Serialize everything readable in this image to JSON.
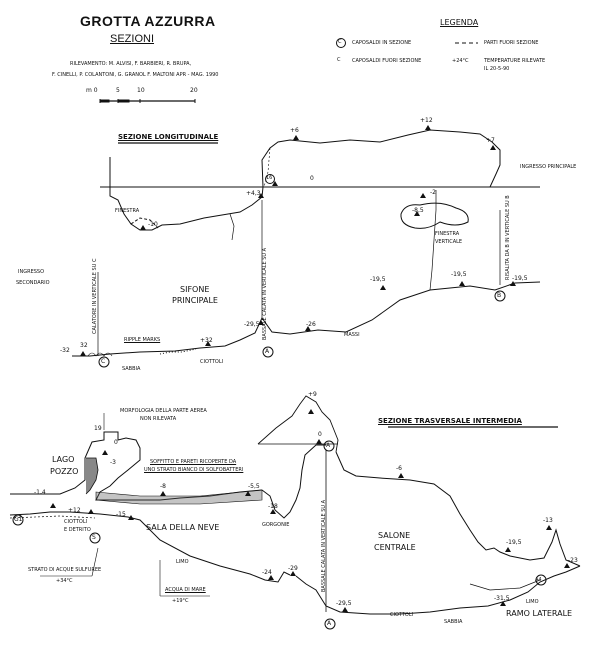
{
  "header": {
    "title": "GROTTA AZZURRA",
    "subtitle": "SEZIONI",
    "credits_1": "RILEVAMENTO:  M. ALVISI, F. BARBIERI, R. BRUPA,",
    "credits_2": "F. CINELLI, P. COLANTONI, G. GRANOL F. MALTONI   APR - MAG. 1990"
  },
  "scale_bar": {
    "unit": "m 0",
    "ticks": [
      "5",
      "10",
      "20"
    ]
  },
  "legend": {
    "title": "LEGENDA",
    "items": [
      "CAPOSALDI IN SEZIONE",
      "CAPOSALDI FUORI SEZIONE",
      "PARTI FUORI SEZIONE",
      "TEMPERATURE RILEVATE",
      "IL 20-5-90"
    ],
    "temp_sample": "+24°C",
    "symbol_in": "C",
    "symbol_out": "C"
  },
  "longitudinal": {
    "heading": "SEZIONE LONGITUDINALE",
    "ingresso_principale": "INGRESSO PRINCIPALE",
    "ingresso_secondario_1": "INGRESSO",
    "ingresso_secondario_2": "SECONDARIO",
    "finestra": "FINESTRA",
    "finestra_verticale_1": "FINESTRA",
    "finestra_verticale_2": "VERTICALE",
    "sifone_1": "SIFONE",
    "sifone_2": "PRINCIPALE",
    "ripple": "RIPPLE MARKS",
    "massi": "MASSI",
    "sabbia": "SABBIA",
    "ciottoli": "CIOTTOLI",
    "vert_calata": "BASSALE CALATA IN VERTICALE SU A",
    "vert_c": "CALATORE IN VERTICALE SU C",
    "vert_b": "RISALITA DA B IN VERTICALE SU B",
    "points": {
      "C": "C",
      "A": "A",
      "B": "B",
      "sixteen": "16",
      "minus32": "-32",
      "p32": "32",
      "plus32": "+32",
      "minus295": "-29,5",
      "minus26": "-26",
      "minus195a": "-19,5",
      "minus195b": "-19,5",
      "minus195c": "-19,5",
      "minus10": "-10",
      "plus43": "+4,3",
      "zero": "0",
      "plus6": "+6",
      "plus12": "+12",
      "plus7": "+7",
      "minus2": "-2",
      "minus85": "-8,5"
    }
  },
  "transversal": {
    "heading": "SEZIONE TRASVERSALE INTERMEDIA",
    "morfologia_1": "MORFOLOGIA DELLA PARTE AEREA",
    "morfologia_2": "NON RILEVATA",
    "lago_1": "LAGO",
    "lago_2": "POZZO",
    "soffitto_1": "SOFFITTO E PARETI RICOPERTE DA",
    "soffitto_2": "UNO STRATO BIANCO DI SOLFOBATTERI",
    "ciottoli_1": "CIOTTOLI",
    "ciottoli_2": "E DETRITO",
    "sala": "SALA DELLA NEVE",
    "limo": "LIMO",
    "limo2": "LIMO",
    "strato_1": "STRATO DI ACQUE SULFUREE",
    "strato_2": "+34°C",
    "acqua_1": "ACQUA DI MARE",
    "acqua_2": "+19°C",
    "gorgonie": "GORGONIE",
    "salone_1": "SALONE",
    "salone_2": "CENTRALE",
    "ciottoli3": "CIOTTOLI",
    "sabbia": "SABBIA",
    "ramo": "RAMO LATERALE",
    "vert_calata": "BASSALE CALATA IN VERTICALE SU A",
    "points": {
      "G1": "G1",
      "S": "S",
      "A": "A",
      "A4": "A4",
      "p19": "19",
      "p0": "0",
      "minus3": "-3",
      "minus14": "-1,4",
      "minus8": "-8",
      "minus55": "-5,5",
      "plus12": "+12",
      "minus15": "-15",
      "minus18": "-18",
      "plus9": "+9",
      "p0b": "0",
      "minus6": "-6",
      "minus195": "-19,5",
      "minus13": "-13",
      "minus23": "-23",
      "minus29": "-29",
      "minus24": "-24",
      "minus295": "-29,5",
      "minus315": "-31,5"
    }
  }
}
